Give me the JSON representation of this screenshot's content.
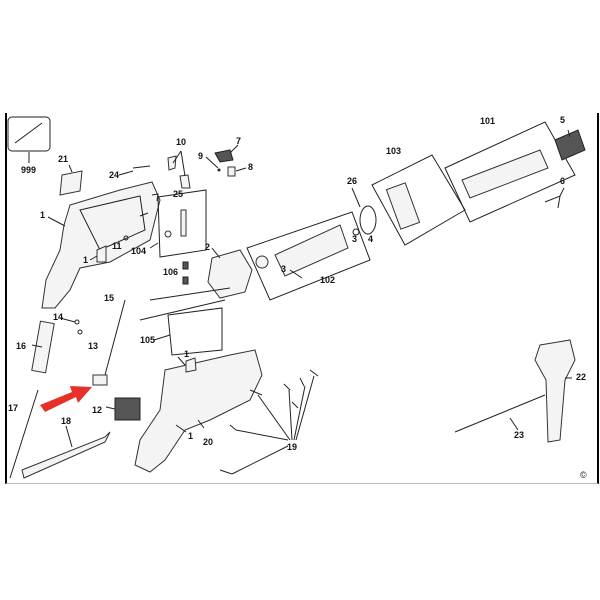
{
  "diagram": {
    "labels": {
      "l999": "999",
      "l21": "21",
      "l24": "24",
      "l10": "10",
      "l7": "7",
      "l9": "9",
      "l8": "8",
      "l25": "25",
      "l1a": "1",
      "l104": "104",
      "l11": "11",
      "l1b": "1",
      "l2": "2",
      "l106": "106",
      "l15": "15",
      "l14": "14",
      "l13": "13",
      "l16": "16",
      "l105": "105",
      "l1c": "1",
      "l17": "17",
      "l12": "12",
      "l18": "18",
      "l20": "20",
      "l1d": "1",
      "l19": "19",
      "l103": "103",
      "l101": "101",
      "l5": "5",
      "l6": "6",
      "l26": "26",
      "l3a": "3",
      "l4": "4",
      "l3b": "3",
      "l102": "102",
      "l22": "22",
      "l23": "23"
    },
    "copyright": "©",
    "arrow_color": "#e8302a"
  }
}
